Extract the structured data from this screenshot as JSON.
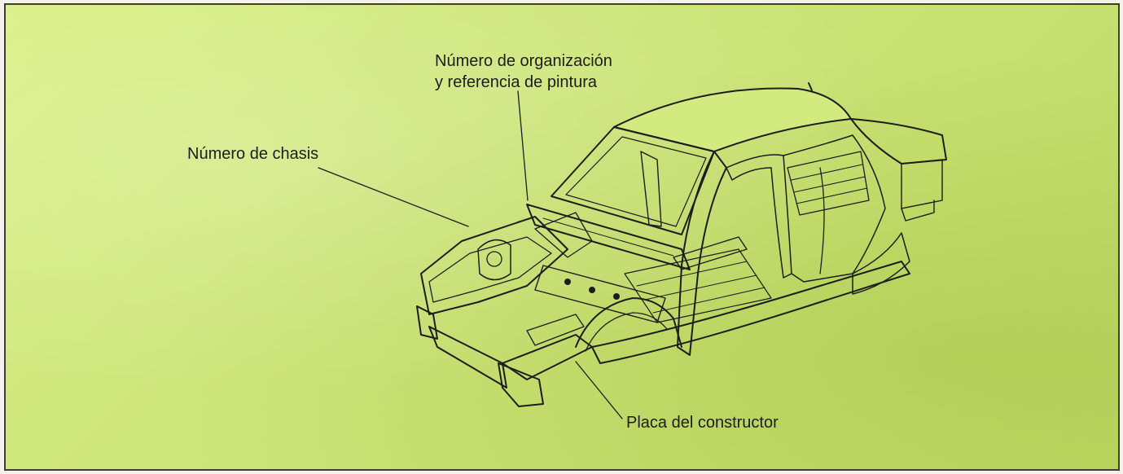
{
  "labels": {
    "chassis_number": "Número de chasis",
    "organization_line1": "Número de organización",
    "organization_line2": "y referencia de pintura",
    "maker_plate": "Placa del constructor"
  },
  "colors": {
    "background": "#cfe67c",
    "line": "#1d1d1b",
    "border": "#3d3d3a"
  }
}
